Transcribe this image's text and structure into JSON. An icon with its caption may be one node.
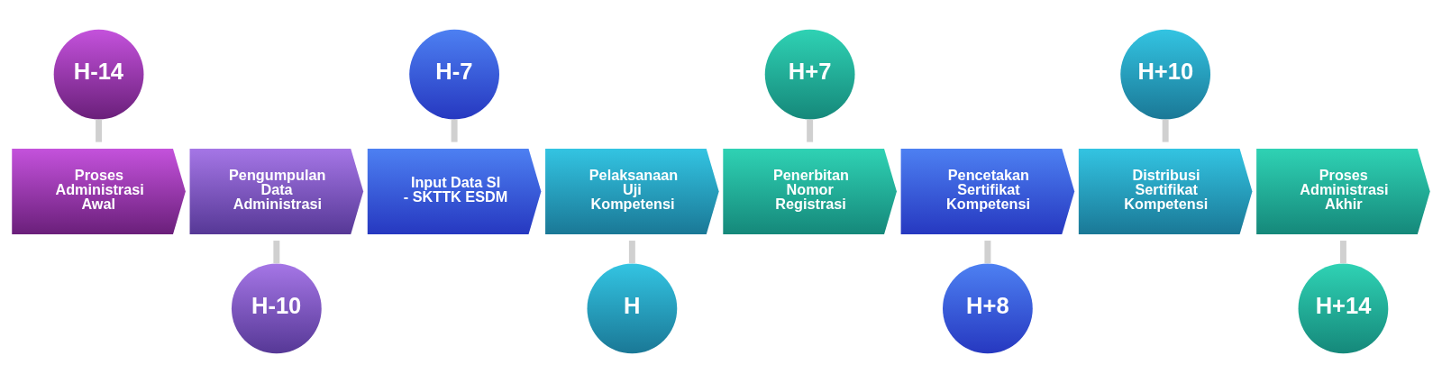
{
  "diagram": {
    "nodes": [
      {
        "text": [
          "Proses Administrasi Awal"
        ]
      },
      {
        "text": [
          "H-14"
        ]
      },
      {
        "text": [
          "Pengumpulan Data Administrasi"
        ]
      },
      {
        "text": [
          "H-10"
        ]
      },
      {
        "text": [
          "Input Data SI - SKTTK ESDM"
        ]
      },
      {
        "text": [
          "H-7"
        ]
      },
      {
        "text": [
          "Pelaksanaan Uji Kompetensi"
        ]
      },
      {
        "text": [
          "H"
        ]
      },
      {
        "text": [
          "Penerbitan Nomor Registrasi"
        ]
      },
      {
        "text": [
          "H+7"
        ]
      },
      {
        "text": [
          "Pencetakan Sertifikat Kompetensi"
        ]
      },
      {
        "text": [
          "H+8"
        ]
      },
      {
        "text": [
          "Distribusi Sertifikat Kompetensi"
        ]
      },
      {
        "text": [
          "H+10"
        ]
      },
      {
        "text": [
          "Proses Administrasi Akhir"
        ]
      },
      {
        "text": [
          "H+14"
        ]
      }
    ],
    "edges": [
      {
        "from": 1,
        "to": 0,
        "arrow": "none"
      },
      {
        "from": 2,
        "to": 3,
        "arrow": "none"
      },
      {
        "from": 5,
        "to": 4,
        "arrow": "none"
      },
      {
        "from": 6,
        "to": 7,
        "arrow": "none"
      },
      {
        "from": 9,
        "to": 8,
        "arrow": "none"
      },
      {
        "from": 10,
        "to": 11,
        "arrow": "none"
      },
      {
        "from": 13,
        "to": 12,
        "arrow": "none"
      },
      {
        "from": 14,
        "to": 15,
        "arrow": "none"
      }
    ]
  }
}
